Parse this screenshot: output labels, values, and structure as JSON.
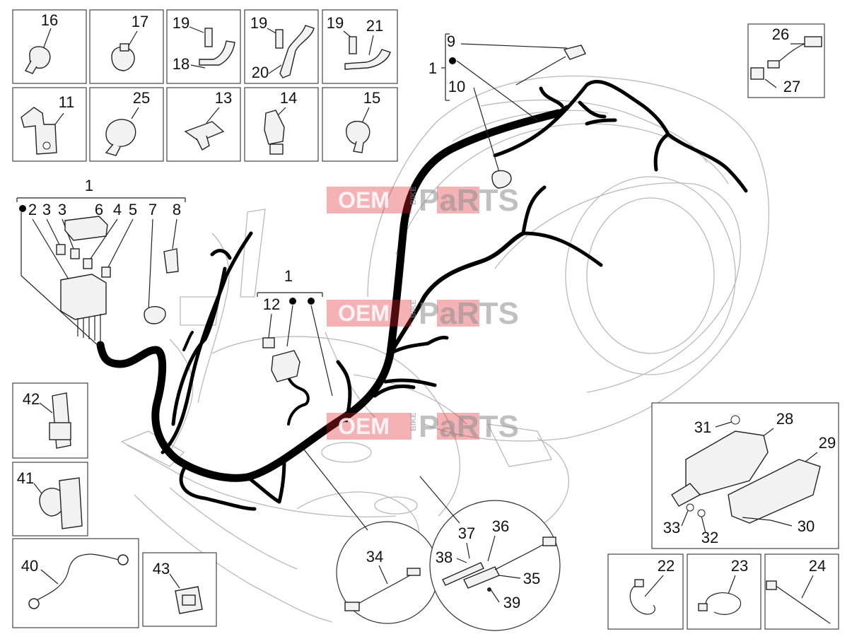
{
  "callouts": {
    "n1": "1",
    "n2": "2",
    "n3": "3",
    "n4": "4",
    "n5": "5",
    "n6": "6",
    "n7": "7",
    "n8": "8",
    "n9": "9",
    "n10": "10",
    "n11": "11",
    "n12": "12",
    "n13": "13",
    "n14": "14",
    "n15": "15",
    "n16": "16",
    "n17": "17",
    "n18": "18",
    "n19": "19",
    "n20": "20",
    "n21": "21",
    "n22": "22",
    "n23": "23",
    "n24": "24",
    "n25": "25",
    "n26": "26",
    "n27": "27",
    "n28": "28",
    "n29": "29",
    "n30": "30",
    "n31": "31",
    "n32": "32",
    "n33": "33",
    "n34": "34",
    "n35": "35",
    "n36": "36",
    "n37": "37",
    "n38": "38",
    "n39": "39",
    "n40": "40",
    "n41": "41",
    "n42": "42",
    "n43": "43"
  },
  "watermark": {
    "oem": "OEM",
    "bike": "BIKE",
    "parts": "PaRTS"
  },
  "colors": {
    "watermark_red": "#e0212b",
    "watermark_grey": "#8e8e8e",
    "harness": "#000000",
    "ghost_body": "#b9b9b9"
  }
}
